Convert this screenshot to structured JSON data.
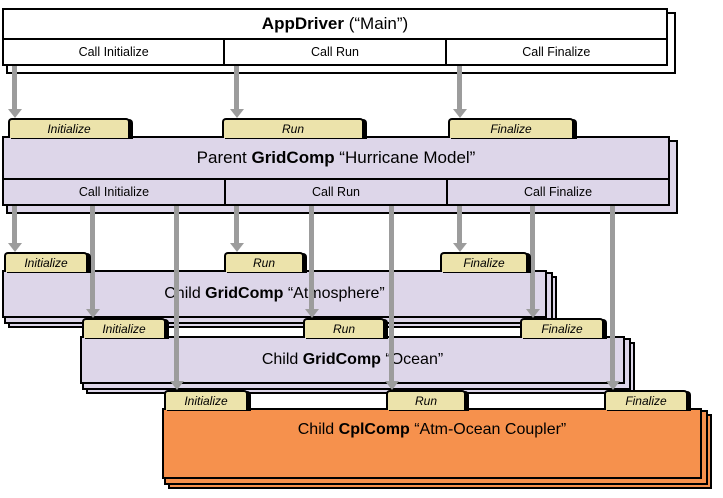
{
  "diagram": {
    "appdriver": {
      "title": {
        "pre": "",
        "bold": "AppDriver",
        "post": " (“Main”)"
      },
      "calls": [
        "Call Initialize",
        "Call Run",
        "Call Finalize"
      ]
    },
    "parent": {
      "title": {
        "pre": "Parent ",
        "bold": "GridComp",
        "post": " “Hurricane Model”"
      },
      "calls": [
        "Call Initialize",
        "Call Run",
        "Call Finalize"
      ],
      "tabs": [
        "Initialize",
        "Run",
        "Finalize"
      ]
    },
    "children": [
      {
        "title": {
          "pre": "Child ",
          "bold": "GridComp",
          "post": " “Atmosphere”"
        },
        "tabs": [
          "Initialize",
          "Run",
          "Finalize"
        ]
      },
      {
        "title": {
          "pre": "Child ",
          "bold": "GridComp",
          "post": " “Ocean”"
        },
        "tabs": [
          "Initialize",
          "Run",
          "Finalize"
        ]
      },
      {
        "title": {
          "pre": "Child ",
          "bold": "CplComp",
          "post": " “Atm-Ocean Coupler”"
        },
        "tabs": [
          "Initialize",
          "Run",
          "Finalize"
        ]
      }
    ]
  },
  "colors": {
    "box-white": "#ffffff",
    "lavender": "#ddd6e9",
    "tan": "#ece3ab",
    "orange": "#f6914d",
    "arrow": "#9c9c9c",
    "ink": "#000000"
  }
}
